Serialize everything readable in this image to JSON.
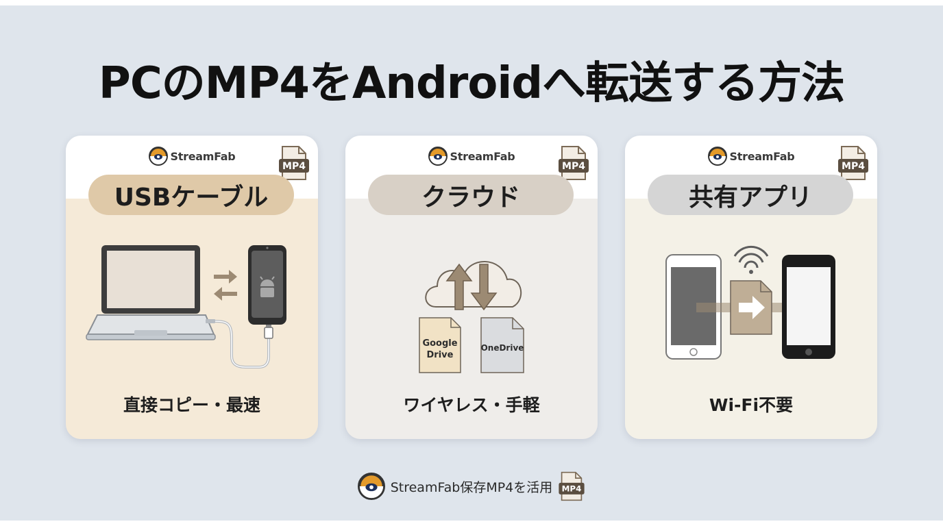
{
  "page": {
    "title": "PCのMP4をAndroidへ転送する方法"
  },
  "brand": {
    "name": "StreamFab",
    "badge": "MP4"
  },
  "cards": [
    {
      "id": "usb",
      "title": "USBケーブル",
      "caption": "直接コピー・最速"
    },
    {
      "id": "cloud",
      "title": "クラウド",
      "caption": "ワイヤレス・手軽",
      "files": [
        "Google Drive",
        "OneDrive"
      ]
    },
    {
      "id": "share",
      "title": "共有アプリ",
      "caption": "Wi-Fi不要"
    }
  ],
  "footer": {
    "text": "StreamFab保存MP4を活用",
    "badge": "MP4"
  },
  "colors": {
    "background": "#dfe5ec",
    "usb_panel": "#f5ead8",
    "usb_pill": "#dfc9a8",
    "cloud_panel": "#efedea",
    "cloud_pill": "#d8d0c6",
    "share_panel": "#f4f1e7",
    "share_pill": "#d5d5d5",
    "accent_brown": "#8a7862"
  }
}
